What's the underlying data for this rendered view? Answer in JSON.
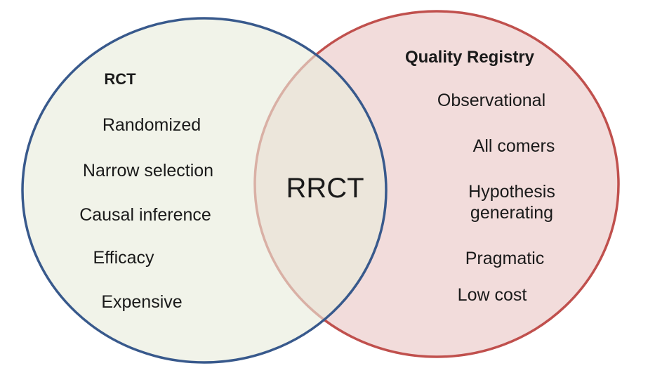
{
  "venn": {
    "left_circle": {
      "label": "RCT",
      "items": [
        "Randomized",
        "Narrow selection",
        "Causal inference",
        "Efficacy",
        "Expensive"
      ],
      "fill_color": "#E9ECDC",
      "fill_opacity": "0.62",
      "stroke_color": "#38598C"
    },
    "right_circle": {
      "label": "Quality Registry",
      "items": [
        "Observational",
        "All comers",
        "Hypothesis\ngenerating",
        "Pragmatic",
        "Low cost"
      ],
      "fill_color": "#F2DCDB",
      "fill_opacity": "1",
      "stroke_color": "#C0504D"
    },
    "intersection": {
      "label": "RRCT"
    },
    "text_color": "#1A1A1A",
    "background_color": "#FFFFFF"
  }
}
